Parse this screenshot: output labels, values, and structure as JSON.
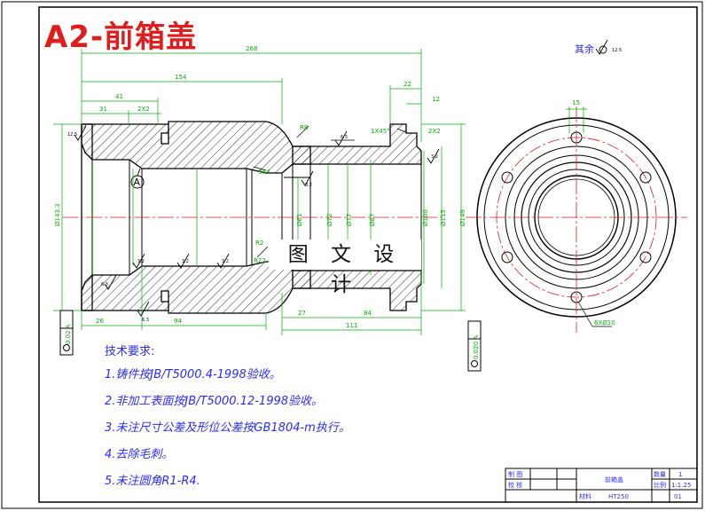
{
  "title": "A2-前箱盖",
  "watermark": "图 文 设 计",
  "surface_finish_other": "其余",
  "datum_label": "A",
  "dimensions": {
    "d268": "268",
    "d154": "154",
    "d41": "41",
    "d31": "31",
    "d2x2_left": "2X2",
    "d22": "22",
    "d12": "12",
    "d1x45": "1X45°",
    "d2x2_right": "2X2",
    "r8": "R8",
    "d3x4": "3X4",
    "d26": "26",
    "d94": "94",
    "d27": "27",
    "d84": "84",
    "d111": "111",
    "d15": "15",
    "d143_3": "Ø143.3",
    "d6x10": "6XØ10",
    "phi61": "Ø61",
    "phi72": "Ø72",
    "phi77": "Ø77",
    "phi87": "Ø87",
    "phi100": "Ø100",
    "phi115": "Ø115",
    "phi149": "Ø149",
    "r2": "R2",
    "r22": "R22"
  },
  "tolerance_frames": {
    "left": "0.02 A",
    "right": "0.020 A"
  },
  "roughness": {
    "r1": "12.5",
    "r2": "3.2",
    "r3": "3.2",
    "r4": "6.3",
    "r5": "3.2",
    "r6": "3.2",
    "r7": "3.2",
    "r8": "6.3",
    "r9": "6.3",
    "r10": "12.5"
  },
  "technical_requirements": {
    "heading": "技术要求:",
    "items": [
      "1.铸件按JB/T5000.4-1998验收。",
      "2.非加工表面按JB/T5000.12-1998验收。",
      "3.未注尺寸公差及形位公差按GB1804-m执行。",
      "4.去除毛刺。",
      "5.未注圆角R1-R4."
    ]
  },
  "title_block": {
    "drawn_label": "制 图",
    "check_label": "校 核",
    "part_name": "前箱盖",
    "quantity_label": "数量",
    "quantity_value": "1",
    "scale_label": "比例",
    "scale_value": "1:1.25",
    "material_label": "材料",
    "material_value": "HT250",
    "sheet_value": "01"
  },
  "colors": {
    "frame": "#000000",
    "outline": "#000000",
    "dimension": "#00b000",
    "centerline": "#e01c1c",
    "notes": "#2a2aff",
    "title": "#e01c1c"
  }
}
